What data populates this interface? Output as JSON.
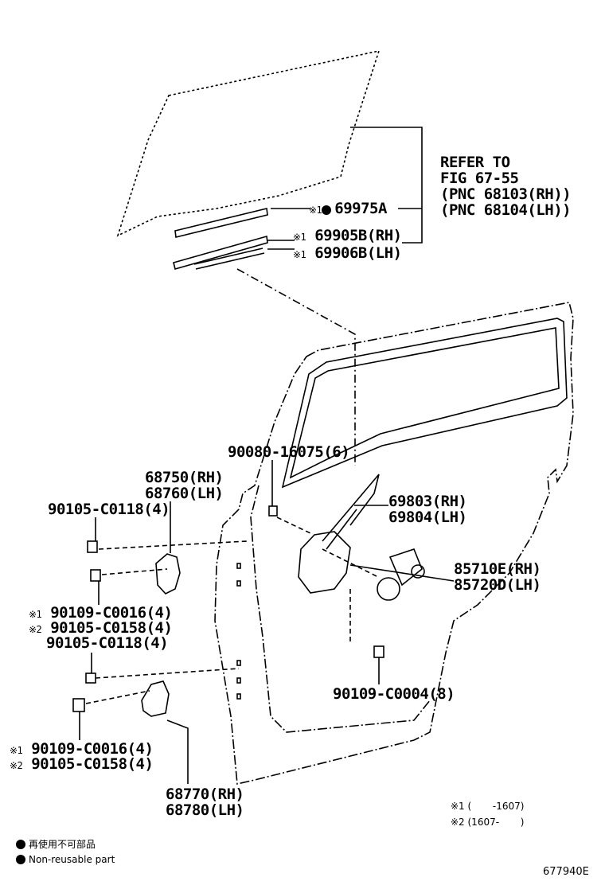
{
  "labels": {
    "refer_to": "REFER TO",
    "fig_ref": "FIG 67-55",
    "pnc_rh": "(PNC 68103(RH))",
    "pnc_lh": "(PNC 68104(LH))",
    "p69975a": "69975A",
    "p69905b": "69905B(RH)",
    "p69906b": "69906B(LH)",
    "p90080": "90080-16075(6)",
    "p68750": "68750(RH)",
    "p68760": "68760(LH)",
    "p90105_top": "90105-C0118(4)",
    "p69803": "69803(RH)",
    "p69804": "69804(LH)",
    "p85710e": "85710E(RH)",
    "p85720d": "85720D(LH)",
    "p90109_upper": "90109-C0016(4)",
    "p90105_c0158_upper": "90105-C0158(4)",
    "p90105_mid": "90105-C0118(4)",
    "p90109_c0004": "90109-C0004(8)",
    "p90109_lower": "90109-C0016(4)",
    "p90105_c0158_lower": "90105-C0158(4)",
    "p68770": "68770(RH)",
    "p68780": "68780(LH)"
  },
  "marks": {
    "note1": "※1",
    "note2": "※2"
  },
  "notes": {
    "n1": "※1 (       -1607)",
    "n2": "※2 (1607-       )"
  },
  "legend": {
    "jp": "再使用不可部品",
    "en": "Non-reusable part"
  },
  "code": "677940E"
}
